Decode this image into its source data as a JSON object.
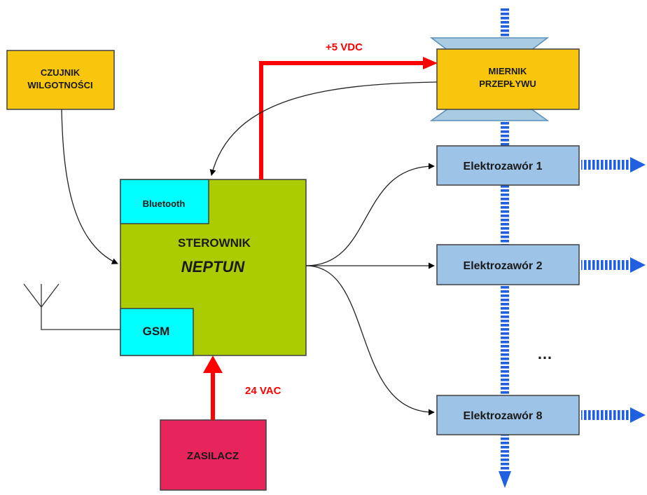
{
  "blocks": {
    "humidity_sensor": [
      "CZUJNIK",
      "WILGOTNOŚCI"
    ],
    "flow_meter": [
      "MIERNIK",
      "PRZEPŁYWU"
    ],
    "controller": [
      "STEROWNIK",
      "NEPTUN"
    ],
    "bluetooth": "Bluetooth",
    "gsm": "GSM",
    "power_supply": "ZASILACZ",
    "valve_1": "Elektrozawór 1",
    "valve_2": "Elektrozawór 2",
    "valve_8": "Elektrozawór 8"
  },
  "labels": {
    "vdc": "+5 VDC",
    "vac": "24 VAC",
    "ellipsis": "…"
  },
  "colors": {
    "yellow_block": "#f9c60e",
    "green_block": "#aacc00",
    "cyan_block": "#00ffff",
    "pink_block": "#e8245c",
    "valve_block": "#9dc3e6",
    "meter_cap": "#a9cce3",
    "power_line": "#ff0000",
    "pipe_blue": "#1f5fe0"
  }
}
